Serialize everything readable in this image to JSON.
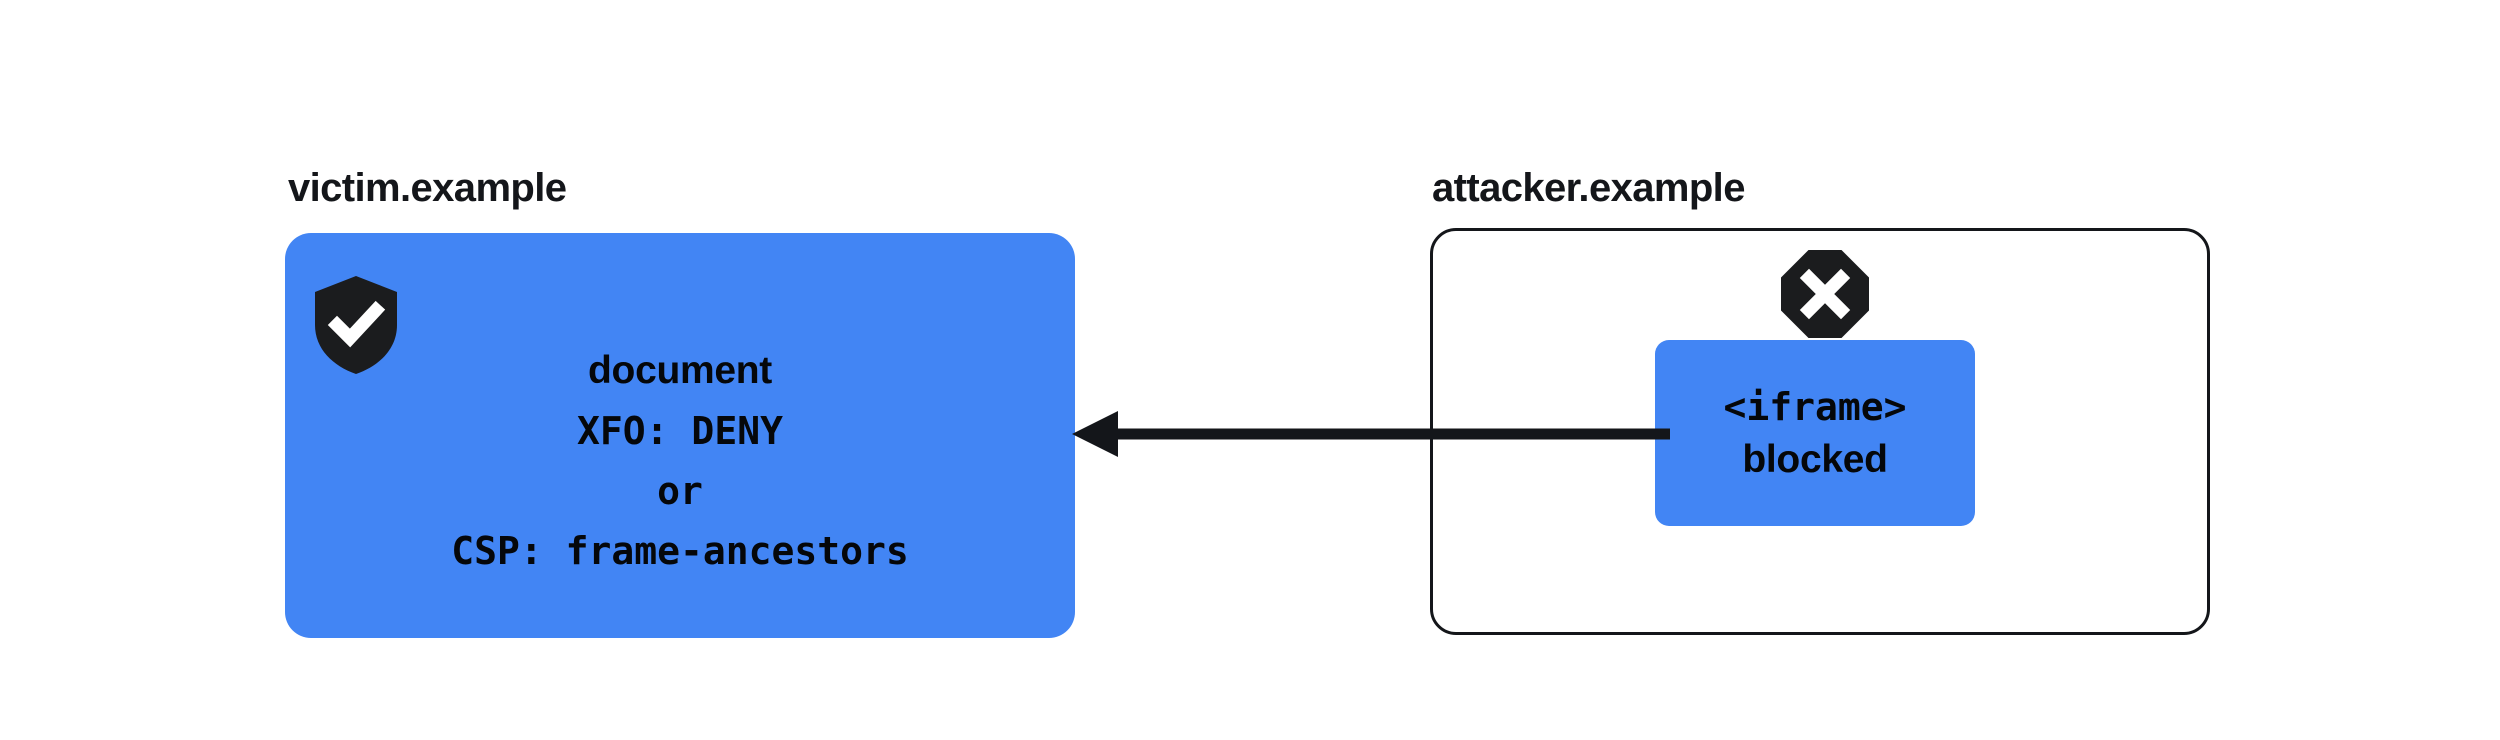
{
  "diagram": {
    "title_left": "victim.example",
    "title_right": "attacker.example",
    "background_color": "#ffffff",
    "accent_blue": "#4285f4",
    "ink_color": "#14161a"
  },
  "victim": {
    "label": "victim.example",
    "icon": "shield-check-icon",
    "box_fill": "#4285f4",
    "lines": [
      {
        "text": "document",
        "font": "sans"
      },
      {
        "text": "XFO: DENY",
        "font": "mono"
      },
      {
        "text": "or",
        "font": "mono"
      },
      {
        "text": "CSP: frame-ancestors",
        "font": "mono"
      }
    ]
  },
  "attacker": {
    "label": "attacker.example",
    "icon": "octagon-x-icon",
    "box_border": "#14161a",
    "iframe_chip": {
      "tag_text": "<iframe>",
      "status_text": "blocked",
      "fill": "#4285f4"
    }
  },
  "arrow": {
    "name": "blocked-framing-arrow",
    "direction": "left",
    "color": "#14161a",
    "from": "attacker.example",
    "to": "victim.example"
  }
}
